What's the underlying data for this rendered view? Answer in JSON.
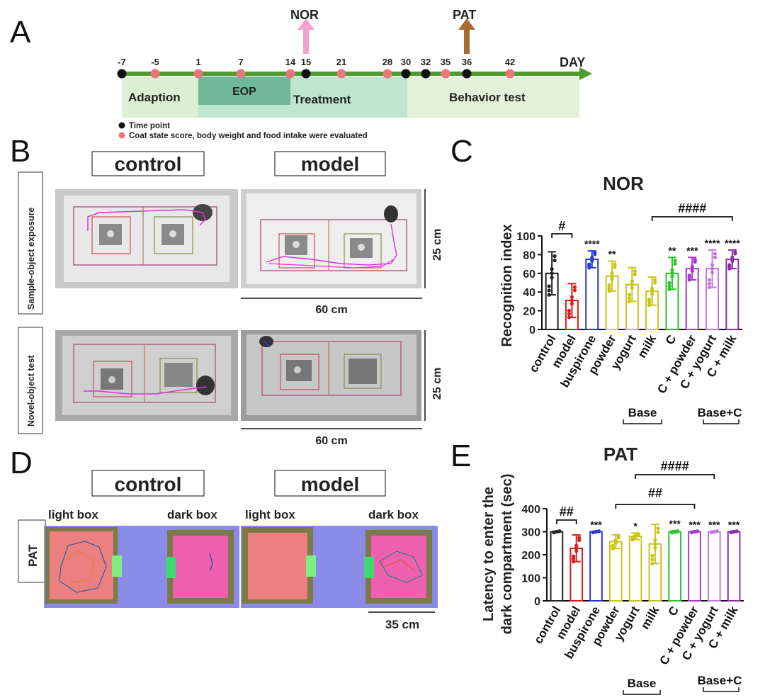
{
  "panels": {
    "A": "A",
    "B": "B",
    "C": "C",
    "D": "D",
    "E": "E"
  },
  "timeline": {
    "markers": {
      "nor": "NOR",
      "pat": "PAT"
    },
    "day_label": "DAY",
    "ticks": [
      {
        "label": "-7",
        "kind": "black"
      },
      {
        "label": "-5",
        "kind": "pink"
      },
      {
        "label": "1",
        "kind": "pink"
      },
      {
        "label": "7",
        "kind": "pink"
      },
      {
        "label": "14",
        "kind": "pink"
      },
      {
        "label": "15",
        "kind": "black"
      },
      {
        "label": "21",
        "kind": "pink"
      },
      {
        "label": "28",
        "kind": "pink"
      },
      {
        "label": "30",
        "kind": "black"
      },
      {
        "label": "32",
        "kind": "black"
      },
      {
        "label": "35",
        "kind": "pink"
      },
      {
        "label": "36",
        "kind": "black"
      },
      {
        "label": "42",
        "kind": "pink"
      }
    ],
    "phases": {
      "adaption": "Adaption",
      "eop": "EOP",
      "treatment": "Treatment",
      "behavior": "Behavior test"
    },
    "legend": {
      "time_point": "Time point",
      "coat": "Coat state score, body weight and food intake were evaluated"
    },
    "colors": {
      "black": "#111111",
      "pink": "#e8767a",
      "arrow_nor": "#f07ec0",
      "arrow_pat": "#a86a2e",
      "line": "#4e9a2e"
    }
  },
  "panel_b": {
    "control_label": "control",
    "model_label": "model",
    "row1_label": "Sample-object exposure",
    "row2_label": "Novel-object test",
    "dim_h1": "25 cm",
    "dim_w1": "60 cm",
    "dim_h2": "25 cm",
    "dim_w2": "60 cm"
  },
  "panel_d": {
    "control_label": "control",
    "model_label": "model",
    "side_label": "PAT",
    "box_labels": [
      "light box",
      "dark box",
      "light box",
      "dark box"
    ],
    "scale": "35 cm"
  },
  "chart_data": [
    {
      "type": "bar",
      "title": "NOR",
      "ylabel": "Recognition index",
      "ylim": [
        0,
        100
      ],
      "yticks": [
        "0",
        "20",
        "40",
        "60",
        "80",
        "100"
      ],
      "categories": [
        "control",
        "model",
        "buspirone",
        "powder",
        "yogurt",
        "milk",
        "C",
        "C + powder",
        "C + yogurt",
        "C + milk"
      ],
      "values": [
        60,
        31,
        75,
        57,
        48,
        41,
        60,
        65,
        65,
        75
      ],
      "errors": [
        23,
        18,
        9,
        16,
        18,
        15,
        17,
        12,
        20,
        10
      ],
      "colors": [
        "#222222",
        "#e01b1b",
        "#2838d4",
        "#c8c418",
        "#c8c418",
        "#c8c418",
        "#2ec42e",
        "#a23ad0",
        "#c07adc",
        "#8c2da8"
      ],
      "annotations": [
        "",
        "",
        "****",
        "**",
        "",
        "",
        "**",
        "***",
        "****",
        "****"
      ],
      "sig_model": "#",
      "sig_group": "####",
      "group_labels": {
        "base": "Base",
        "basec": "Base+C"
      }
    },
    {
      "type": "bar",
      "title": "PAT",
      "ylabel_line1": "Latency to enter the",
      "ylabel_line2": "dark compartment (sec)",
      "ylim": [
        0,
        400
      ],
      "yticks": [
        "0",
        "100",
        "200",
        "300",
        "400"
      ],
      "categories": [
        "control",
        "model",
        "buspirone",
        "powder",
        "yogurt",
        "milk",
        "C",
        "C + powder",
        "C + yogurt",
        "C + milk"
      ],
      "values": [
        300,
        228,
        300,
        257,
        280,
        247,
        300,
        300,
        300,
        300
      ],
      "errors": [
        0,
        58,
        0,
        30,
        14,
        85,
        4,
        0,
        0,
        0
      ],
      "colors": [
        "#222222",
        "#e01b1b",
        "#2838d4",
        "#c8c418",
        "#c8c418",
        "#c8c418",
        "#2ec42e",
        "#a23ad0",
        "#c07adc",
        "#8c2da8"
      ],
      "annotations": [
        "",
        "",
        "***",
        "",
        "*",
        "",
        "***",
        "***",
        "***",
        "***"
      ],
      "sig_model": "##",
      "sig_group1": "##",
      "sig_group2": "####",
      "group_labels": {
        "base": "Base",
        "basec": "Base+C"
      }
    }
  ]
}
